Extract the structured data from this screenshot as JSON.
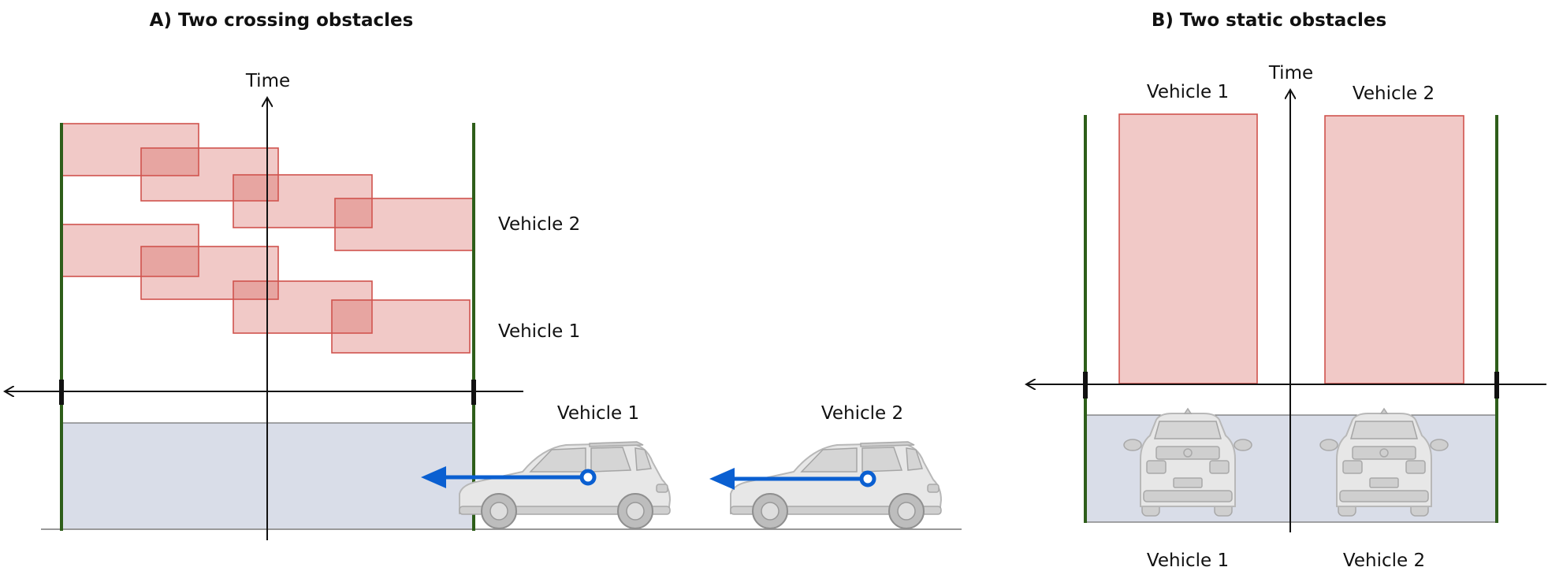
{
  "panel_a": {
    "title": "A) Two crossing obstacles",
    "time_label": "Time",
    "vehicle_2_label": "Vehicle 2",
    "vehicle_1_label": "Vehicle 1",
    "car_1_label": "Vehicle 1",
    "car_2_label": "Vehicle 2"
  },
  "panel_b": {
    "title": "B) Two static obstacles",
    "time_label": "Time",
    "top_vehicle_1_label": "Vehicle 1",
    "top_vehicle_2_label": "Vehicle 2",
    "bottom_vehicle_1_label": "Vehicle 1",
    "bottom_vehicle_2_label": "Vehicle 2"
  },
  "colors": {
    "occupancy_box": "#d65a54",
    "boundary_post": "#2e5e1a",
    "velocity_arrow": "#0a5fd1",
    "road": "#d9dde8"
  }
}
